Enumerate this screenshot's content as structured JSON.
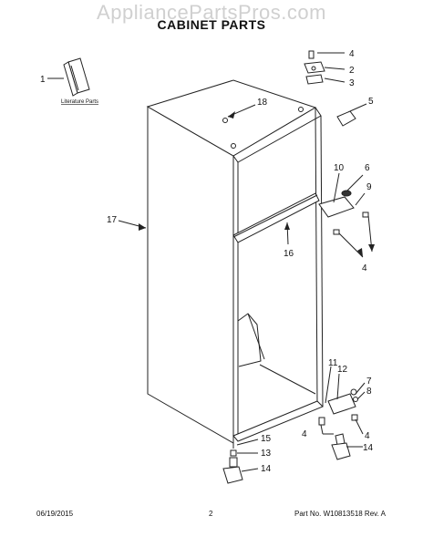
{
  "watermark": "AppliancePartsPros.com",
  "title": "CABINET PARTS",
  "literature_caption": "Literature Parts",
  "callouts": {
    "c1": "1",
    "c2": "2",
    "c3": "3",
    "c4a": "4",
    "c5": "5",
    "c6": "6",
    "c9": "9",
    "c10": "10",
    "c4b": "4",
    "c16": "16",
    "c17": "17",
    "c18": "18",
    "c11": "11",
    "c12": "12",
    "c7": "7",
    "c8": "8",
    "c4c": "4",
    "c4d": "4",
    "c14a": "14",
    "c15": "15",
    "c13": "13",
    "c14b": "14"
  },
  "footer": {
    "date": "06/19/2015",
    "page": "2",
    "part_rev": "Part No. W10813518  Rev. A"
  }
}
